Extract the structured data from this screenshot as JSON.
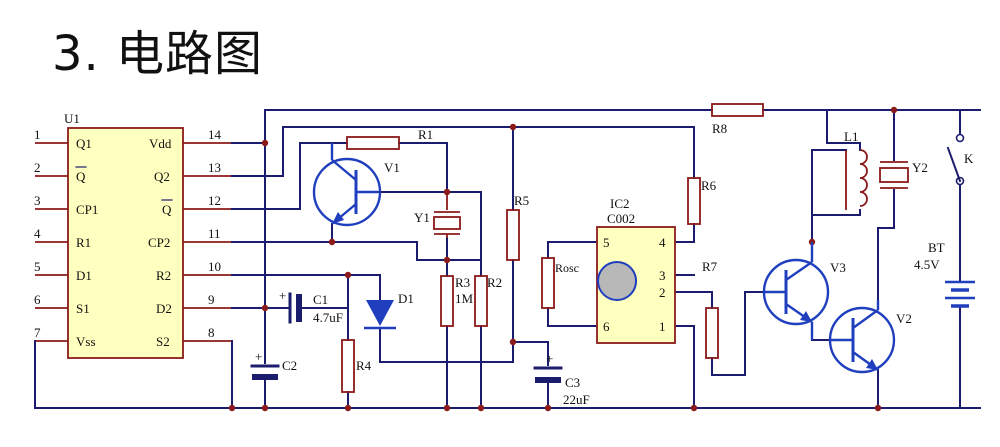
{
  "title": "3. 电路图",
  "u1": {
    "ref": "U1",
    "left_pins": [
      {
        "num": "1",
        "name": "Q1"
      },
      {
        "num": "2",
        "name": "Q"
      },
      {
        "num": "3",
        "name": "CP1"
      },
      {
        "num": "4",
        "name": "R1"
      },
      {
        "num": "5",
        "name": "D1"
      },
      {
        "num": "6",
        "name": "S1"
      },
      {
        "num": "7",
        "name": "Vss"
      }
    ],
    "right_pins": [
      {
        "num": "14",
        "name": "Vdd"
      },
      {
        "num": "13",
        "name": "Q2"
      },
      {
        "num": "12",
        "name": "Q"
      },
      {
        "num": "11",
        "name": "CP2"
      },
      {
        "num": "10",
        "name": "R2"
      },
      {
        "num": "9",
        "name": "D2"
      },
      {
        "num": "8",
        "name": "S2"
      }
    ]
  },
  "ic2": {
    "ref": "IC2",
    "part": "C002",
    "rosc": "Rosc",
    "pins": {
      "p5": "5",
      "p4": "4",
      "p3": "3",
      "p2": "2",
      "p6": "6",
      "p1": "1"
    }
  },
  "labels": {
    "r1": "R1",
    "r2": "R2",
    "r3": "R3",
    "r3_val": "1M",
    "r4": "R4",
    "r5": "R5",
    "r6": "R6",
    "r7": "R7",
    "r8": "R8",
    "v1": "V1",
    "v2": "V2",
    "v3": "V3",
    "d1": "D1",
    "y1": "Y1",
    "y2": "Y2",
    "l1": "L1",
    "k": "K",
    "c1": "C1",
    "c1_val": "4.7uF",
    "c2": "C2",
    "c3": "C3",
    "c3_val": "22uF",
    "bt": "BT",
    "bt_val": "4.5V",
    "plus": "+"
  },
  "colors": {
    "wire": "#1c1c6e",
    "part": "#8b1a1a",
    "active": "#1f3fbf",
    "ic_fill": "#ffffc0",
    "buzzer": "#b8b8b8"
  }
}
